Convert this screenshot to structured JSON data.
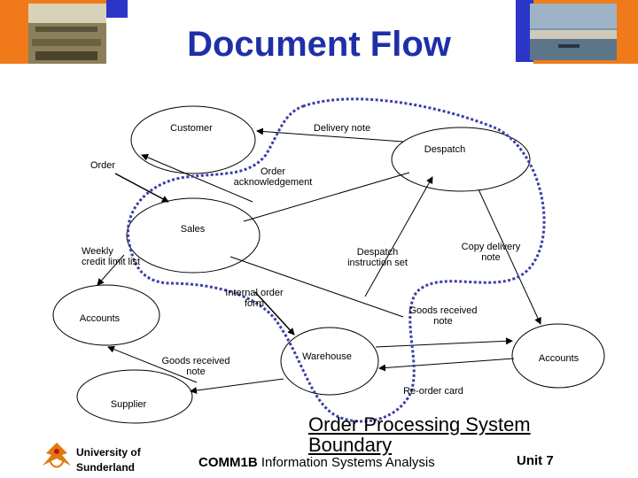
{
  "title": "Document Flow",
  "nodes": {
    "customer": "Customer",
    "despatch": "Despatch",
    "sales": "Sales",
    "accounts_left": "Accounts",
    "warehouse": "Warehouse",
    "accounts_right": "Accounts",
    "supplier": "Supplier"
  },
  "flows": {
    "delivery_note": "Delivery note",
    "order": "Order",
    "order_acknowledgement": "Order\nacknowledgement",
    "weekly_credit_limit_list": "Weekly\ncredit limit list",
    "despatch_instruction_set": "Despatch\ninstruction set",
    "copy_delivery_note": "Copy delivery\nnote",
    "internal_order_form": "Internal order\nform",
    "goods_received_note_right": "Goods received\nnote",
    "goods_received_note_left": "Goods received\nnote",
    "re_order_card": "Re-order card"
  },
  "boundary_label": "Order Processing System\nBoundary",
  "footer": {
    "university": "University of\nSunderland",
    "course_code": "COMM1B",
    "course_name": "Information Systems Analysis",
    "unit": "Unit 7"
  },
  "colors": {
    "title": "#1f2fa8",
    "boundary": "#3b3fa8",
    "corner_orange": "#f07a1a",
    "corner_blue": "#2a36c8"
  },
  "icons": [
    "office-photo-icon",
    "harbour-photo-icon",
    "university-logo-icon"
  ]
}
